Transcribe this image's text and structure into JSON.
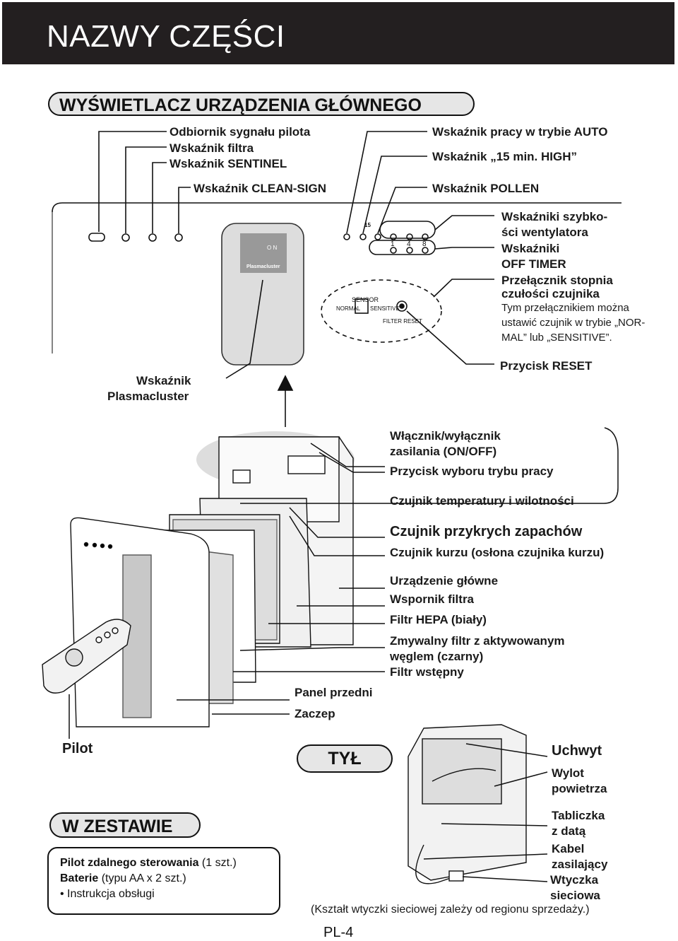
{
  "header": {
    "title": "NAZWY CZĘŚCI"
  },
  "section_display": {
    "title": "WYŚWIETLACZ URZĄDZENIA GŁÓWNEGO"
  },
  "display_labels": {
    "remote_receiver": "Odbiornik sygnału pilota",
    "filter_indicator": "Wskaźnik filtra",
    "sentinel_indicator": "Wskaźnik SENTINEL",
    "clean_sign_indicator": "Wskaźnik CLEAN-SIGN",
    "auto_indicator": "Wskaźnik pracy w trybie AUTO",
    "high15_indicator": "Wskaźnik „15 min. HIGH”",
    "pollen_indicator": "Wskaźnik POLLEN",
    "fan_speed_1": "Wskaźniki szybko-",
    "fan_speed_2": "ści wentylatora",
    "timer_1": "Wskaźniki",
    "timer_2": "OFF TIMER",
    "sensor_switch_1": "Przełącznik stopnia",
    "sensor_switch_2": "czułości czujnika",
    "sensor_note_1": "Tym przełącznikiem można",
    "sensor_note_2": "ustawić czujnik w trybie „NOR-",
    "sensor_note_3": "MAL” lub „SENSITIVE”.",
    "plasmacluster_1": "Wskaźnik",
    "plasmacluster_2": "Plasmacluster",
    "reset_button": "Przycisk RESET"
  },
  "panel_text": {
    "sensor": "SENSOR",
    "normal": "NORMAL",
    "sensitive": "SENSITIVE",
    "filter_reset": "FILTER RESET",
    "plasmacluster": "Plasmacluster",
    "on": "O N",
    "t15": "15",
    "t1": "1",
    "t4": "4",
    "t8": "8"
  },
  "unit_labels": {
    "power_1": "Włącznik/wyłącznik",
    "power_2": "zasilania (ON/OFF)",
    "mode_button": "Przycisk wyboru trybu pracy",
    "temp_humidity": "Czujnik temperatury i wilotności",
    "odor_sensor": "Czujnik przykrych zapachów",
    "dust_sensor": "Czujnik kurzu (osłona czujnika kurzu)",
    "main_unit": "Urządzenie główne",
    "filter_support": "Wspornik filtra",
    "hepa": "Filtr HEPA (biały)",
    "carbon_1": "Zmywalny filtr z aktywowanym",
    "carbon_2": "węglem (czarny)",
    "prefilter": "Filtr wstępny",
    "front_panel": "Panel przedni",
    "latch": "Zaczep",
    "remote": "Pilot"
  },
  "back": {
    "title": "TYŁ",
    "handle": "Uchwyt",
    "outlet_1": "Wylot",
    "outlet_2": "powietrza",
    "date_plate_1": "Tabliczka",
    "date_plate_2": "z datą",
    "cable_1": "Kabel",
    "cable_2": "zasilający",
    "plug_1": "Wtyczka",
    "plug_2": "sieciowa",
    "plug_note": "(Kształt wtyczki sieciowej zależy od regionu sprzedaży.)"
  },
  "included": {
    "title": "W ZESTAWIE",
    "item1_bold": "Pilot zdalnego sterowania",
    "item1_rest": " (1 szt.)",
    "item2_bold": "Baterie",
    "item2_rest": " (typu AA x 2 szt.)",
    "item3": "• Instrukcja obsługi"
  },
  "footer": {
    "page": "PL-4"
  }
}
